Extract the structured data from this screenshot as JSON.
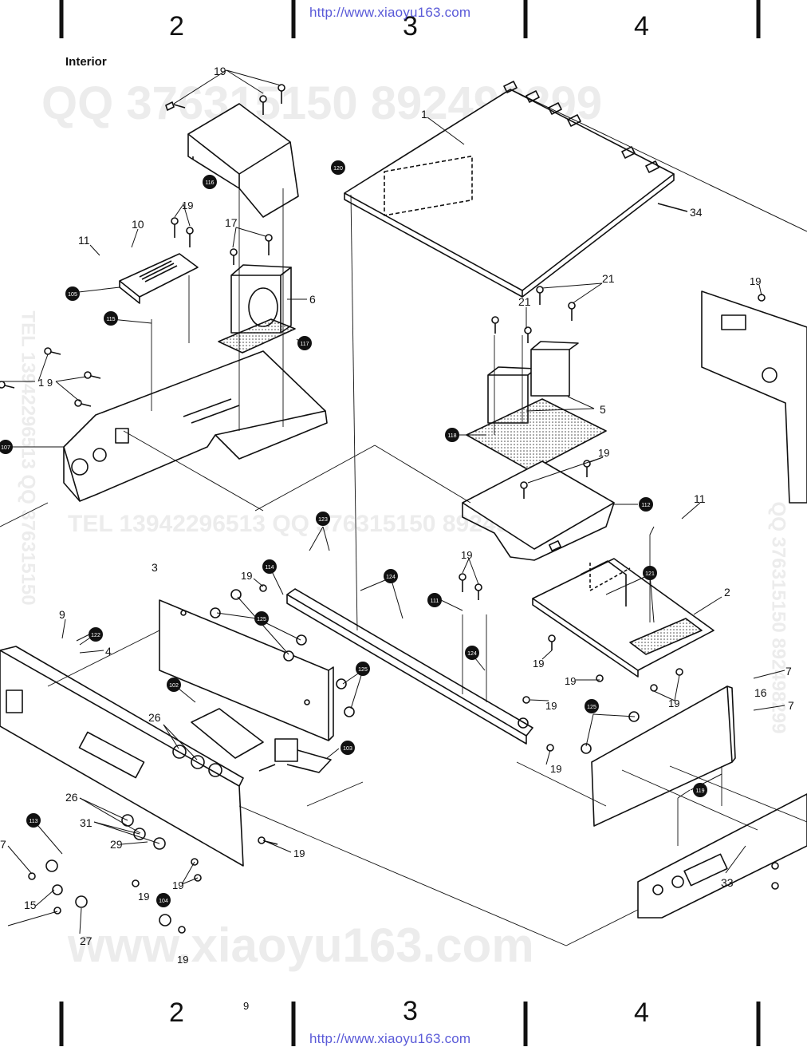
{
  "header": {
    "zones": [
      "2",
      "3",
      "4"
    ],
    "url": "http://www.xiaoyu163.com"
  },
  "footer": {
    "zones": [
      "2",
      "3",
      "4"
    ],
    "url": "http://www.xiaoyu163.com",
    "page_mark": "9"
  },
  "section_title": "Interior",
  "watermarks": {
    "qq_top": "QQ 376315150  892498299",
    "tel_mid": "TEL 13942296513   QQ 376315150  892498299",
    "site_bottom": "www.xiaoyu163.com",
    "vertical_left": "TEL 13942296513  QQ 376315150",
    "vertical_right": "QQ 376315150 892498299"
  },
  "callouts": {
    "n1": "1",
    "n2": "2",
    "n3": "3",
    "n4": "4",
    "n5": "5",
    "n6": "6",
    "n7a": "7",
    "n7b": "7",
    "n7c": "7",
    "n9": "9",
    "n10": "10",
    "n11a": "11",
    "n11b": "11",
    "n15": "15",
    "n16": "16",
    "n17": "17",
    "n19": "19",
    "n21a": "21",
    "n21b": "21",
    "n26a": "26",
    "n26b": "26",
    "n27": "27",
    "n29": "29",
    "n31": "31",
    "n33": "33",
    "n34": "34"
  },
  "badges": {
    "b102": "102",
    "b103": "103",
    "b104": "104",
    "b105": "105",
    "b107": "107",
    "b111": "111",
    "b112": "112",
    "b113": "113",
    "b114": "114",
    "b115": "115",
    "b116": "116",
    "b117": "117",
    "b118": "118",
    "b119": "119",
    "b120": "120",
    "b121": "121",
    "b122": "122",
    "b123": "123",
    "b124a": "124",
    "b124b": "124",
    "b125a": "125",
    "b125b": "125",
    "b125c": "125"
  }
}
